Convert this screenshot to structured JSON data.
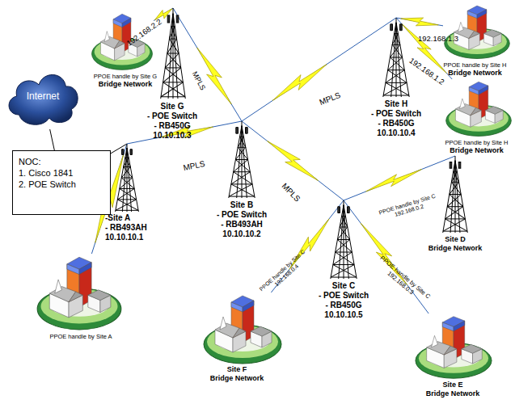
{
  "diagram": {
    "nodes": [
      {
        "text": [
          "PPOE handle by Site G",
          "Bridge Network"
        ]
      },
      {
        "text": [
          "Site G",
          "- POE Switch",
          "- RB450G",
          "10.10.10.3"
        ]
      },
      {
        "text": [
          "PPOE handle by Site H",
          "Bridge Network"
        ]
      },
      {
        "text": [
          "Site H",
          "- POE Switch",
          "- RB450G",
          "10.10.10.4"
        ]
      },
      {
        "text": [
          "Internet"
        ]
      },
      {
        "text": [
          "PPOE handle by Site H",
          "Bridge Network"
        ]
      },
      {
        "text": [
          "NOC:",
          "1. Cisco 1841",
          "2. POE Switch"
        ]
      },
      {
        "text": [
          "-Site A",
          "- RB493AH",
          "10.10.10.1"
        ]
      },
      {
        "text": [
          "Site B",
          "- POE Switch",
          "- RB493AH",
          "10.10.10.2"
        ]
      },
      {
        "text": [
          "Site D",
          "Bridge Network"
        ]
      },
      {
        "text": [
          "Site C",
          "- POE Switch",
          "- RB450G",
          "10.10.10.5"
        ]
      },
      {
        "text": [
          "PPOE handle by Site A"
        ]
      },
      {
        "text": [
          "Site F",
          "Bridge Network"
        ]
      },
      {
        "text": [
          "Site E",
          "Bridge Network"
        ]
      }
    ],
    "edges": [
      {
        "from": 4,
        "to": 6,
        "arrow": "none"
      },
      {
        "from": 1,
        "to": 0,
        "label": "192.168.2.2",
        "arrow": "none"
      },
      {
        "from": 1,
        "to": 8,
        "label": "MPLS",
        "arrow": "none"
      },
      {
        "from": 3,
        "to": 2,
        "label": "192.168.1.3",
        "arrow": "none"
      },
      {
        "from": 3,
        "to": 5,
        "label": "192.168.1.2",
        "arrow": "none"
      },
      {
        "from": 8,
        "to": 3,
        "label": "MPLS",
        "arrow": "none"
      },
      {
        "from": 6,
        "to": 7,
        "arrow": "none"
      },
      {
        "from": 7,
        "to": 8,
        "label": "MPLS",
        "arrow": "none"
      },
      {
        "from": 7,
        "to": 11,
        "arrow": "none"
      },
      {
        "from": 8,
        "to": 10,
        "label": "MPLS",
        "arrow": "none"
      },
      {
        "from": 10,
        "to": 9,
        "label": "PPOE handle by Site C 192.168.0.2",
        "arrow": "none"
      },
      {
        "from": 10,
        "to": 12,
        "label": "PPOE handle by Site C 192.168.0.4",
        "arrow": "none"
      },
      {
        "from": 10,
        "to": 13,
        "label": "PPOE handle by Site C 192.168.0.3",
        "arrow": "none"
      }
    ]
  }
}
